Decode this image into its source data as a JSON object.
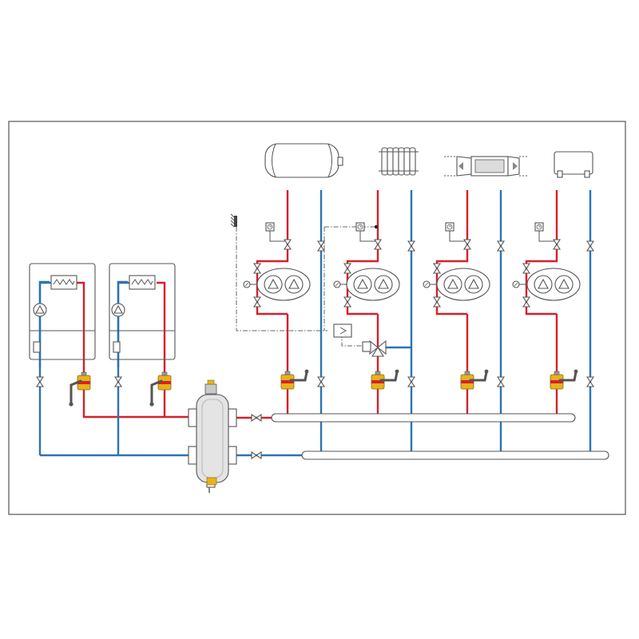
{
  "colors": {
    "supply": "#d6202a",
    "return": "#2a73b4",
    "outline": "#555555",
    "frame_fill": "#ffffff",
    "valve_body": "#e7b21a",
    "valve_band": "#d6202a",
    "separator_fill": "#e4e4e4"
  },
  "icons": {
    "boiler": "boiler-icon",
    "circulation_pump": "circulation-pump-icon",
    "heat_exchanger": "heat-exchanger-coil-icon",
    "ball_valve": "ball-valve-icon",
    "gate_valve": "gate-valve-icon",
    "twin_pump": "twin-pump-icon",
    "thermometer": "thermometer-icon",
    "pressure_gauge": "pressure-gauge-icon",
    "hydraulic_separator": "hydraulic-separator-icon",
    "storage_tank": "hot-water-storage-tank-icon",
    "radiator": "radiator-icon",
    "air_handler": "air-handling-unit-icon",
    "fan_coil": "fan-coil-unit-icon",
    "outdoor_sensor": "outdoor-temperature-sensor-icon",
    "controller": "controller-icon",
    "three_way_valve": "three-way-mixing-valve-icon"
  },
  "diagram": {
    "boilers": [
      {
        "id": "boiler-1"
      },
      {
        "id": "boiler-2"
      }
    ],
    "circuits": [
      {
        "id": "circuit-1",
        "load": "storage-tank",
        "mixing": false
      },
      {
        "id": "circuit-2",
        "load": "radiator",
        "mixing": true
      },
      {
        "id": "circuit-3",
        "load": "air-handler",
        "mixing": false
      },
      {
        "id": "circuit-4",
        "load": "fan-coil",
        "mixing": false
      }
    ],
    "connections": [
      {
        "from": "boiler-1",
        "to": "hydraulic-separator"
      },
      {
        "from": "boiler-2",
        "to": "hydraulic-separator"
      },
      {
        "from": "hydraulic-separator",
        "to": "supply-manifold"
      },
      {
        "from": "return-manifold",
        "to": "hydraulic-separator"
      },
      {
        "from": "supply-manifold",
        "to": "circuit-1"
      },
      {
        "from": "supply-manifold",
        "to": "circuit-2"
      },
      {
        "from": "supply-manifold",
        "to": "circuit-3"
      },
      {
        "from": "supply-manifold",
        "to": "circuit-4"
      },
      {
        "from": "outdoor-sensor",
        "to": "controller"
      },
      {
        "from": "controller",
        "to": "three-way-mixing-valve"
      }
    ]
  }
}
